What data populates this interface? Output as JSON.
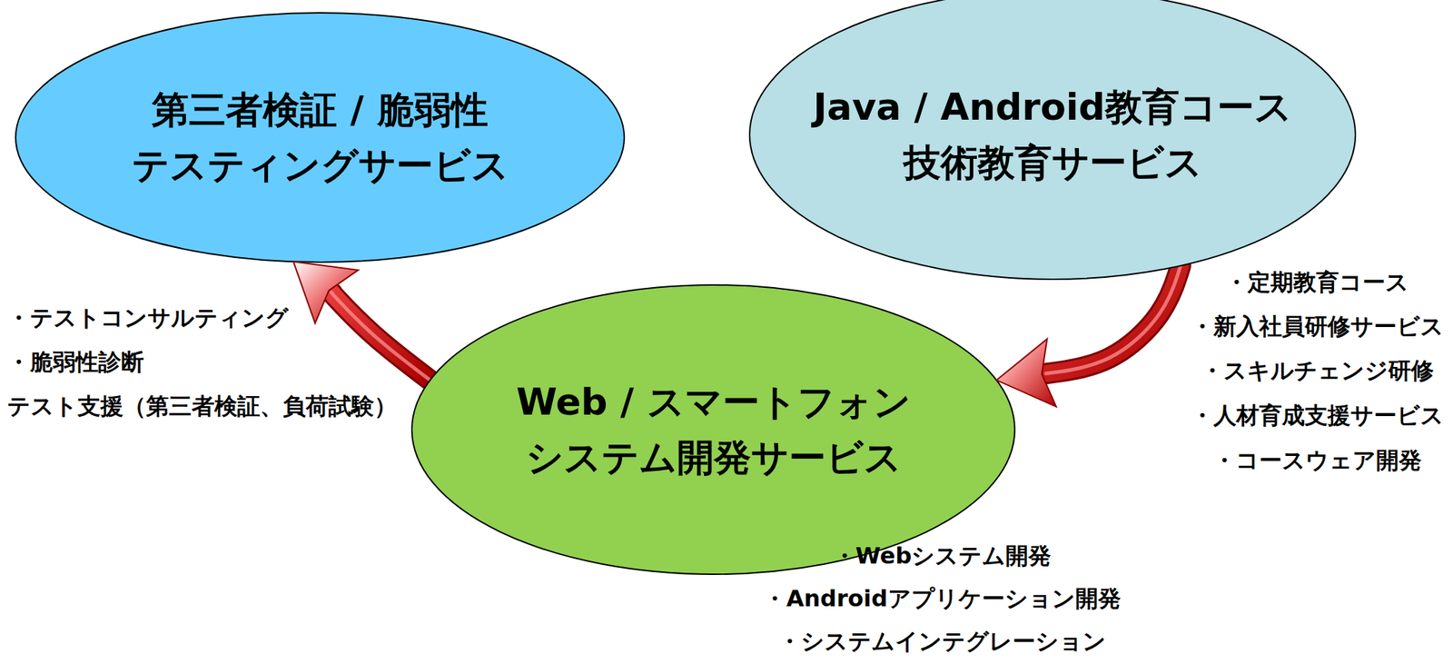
{
  "diagram": {
    "nodes": [
      {
        "text": [
          "第三者検証 / 脆弱性 テスティングサービス"
        ]
      },
      {
        "text": [
          "Java / Android教育コース 技術教育サービス"
        ]
      },
      {
        "text": [
          "Web / スマートフォン システム開発サービス"
        ]
      }
    ],
    "edges": [
      {
        "from": 2,
        "to": 0,
        "arrow": "to"
      },
      {
        "from": 1,
        "to": 2,
        "arrow": "to"
      }
    ],
    "labels": [
      "・テストコンサルティング",
      "・脆弱性診断",
      "テスト支援（第三者検証、負荷試験）",
      "・定期教育コース",
      "・新入社員研修サービス",
      "・スキルチェンジ研修",
      "・人材育成支援サービス",
      "・コースウェア開発",
      "・Webシステム開発",
      "・Androidアプリケーション開発",
      "・システムインテグレーション"
    ]
  }
}
